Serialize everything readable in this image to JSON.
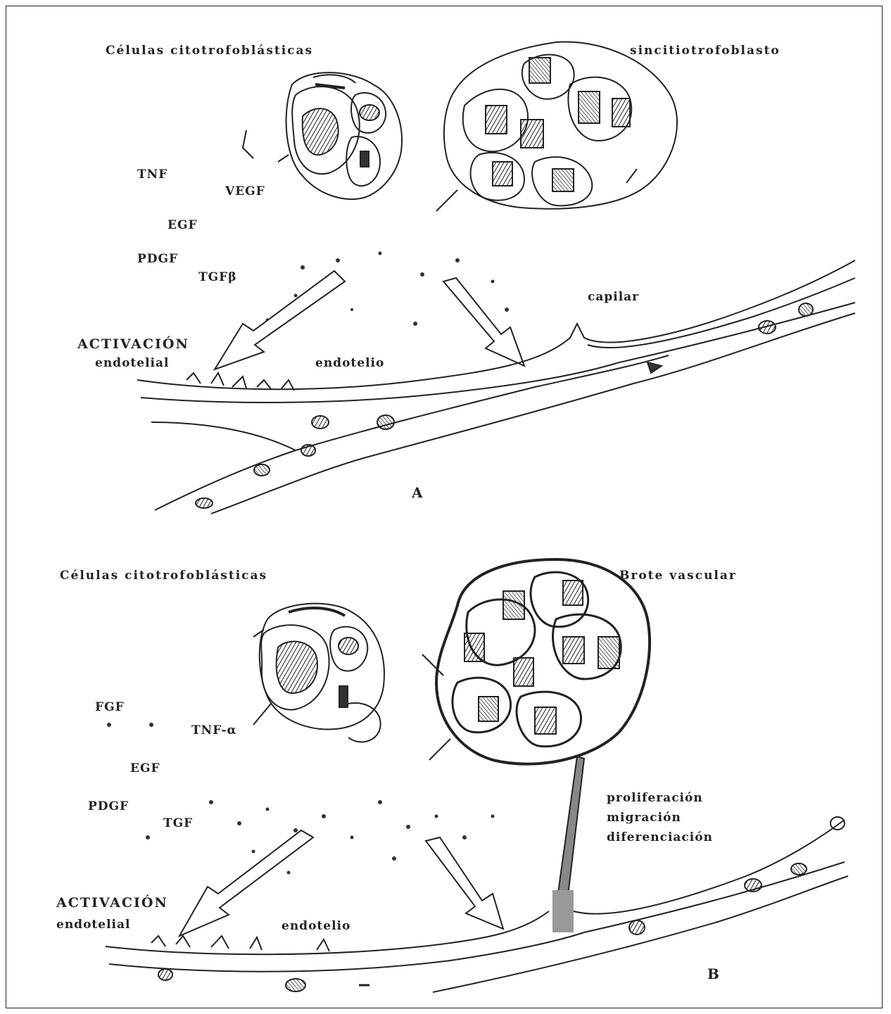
{
  "panel_a": {
    "title_left": "Células citotrofoblásticas",
    "title_right": "sincitiotrofoblasto",
    "factors": [
      "TNF",
      "VEGF",
      "EGF",
      "PDGF",
      "TGFβ"
    ],
    "activation": "ACTIVACIÓN",
    "activation_sub": "endotelial",
    "endothelium": "endotelio",
    "capillary": "capilar",
    "panel_letter": "A"
  },
  "panel_b": {
    "title_left": "Células citotrofoblásticas",
    "title_right": "Brote vascular",
    "factors": [
      "FGF",
      "TNF-α",
      "EGF",
      "PDGF",
      "TGF"
    ],
    "activation": "ACTIVACIÓN",
    "activation_sub": "endotelial",
    "endothelium": "endotelio",
    "process": [
      "proliferación",
      "migración",
      "diferenciación"
    ],
    "panel_letter": "B"
  },
  "colors": {
    "line": "#222222",
    "fill_dark": "#555555",
    "background": "#ffffff"
  }
}
